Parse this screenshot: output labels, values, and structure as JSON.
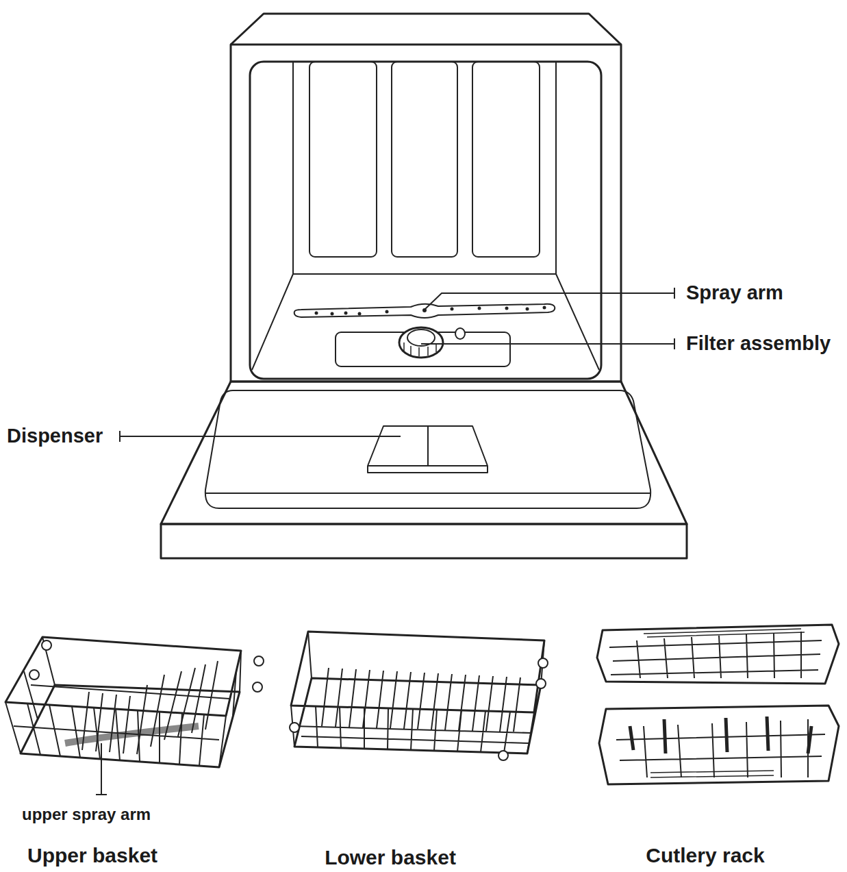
{
  "diagram": {
    "labels": [
      "Spray arm",
      "Filter assembly",
      "Dispenser",
      "upper spray arm",
      "Upper basket",
      "Lower basket",
      "Cutlery rack"
    ]
  }
}
